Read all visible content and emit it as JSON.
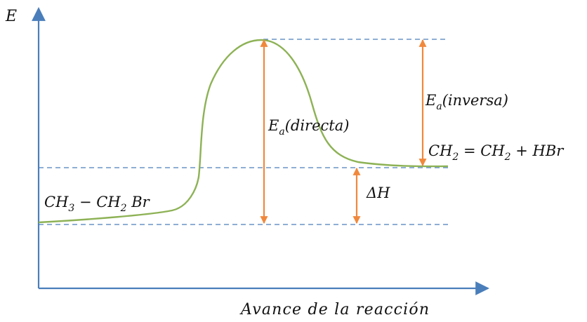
{
  "axes": {
    "y_label": "E",
    "x_label": "Avance de la reacción"
  },
  "annotations": {
    "reactant": {
      "parts": [
        "CH",
        "3",
        " − CH",
        "2",
        " Br"
      ]
    },
    "product": {
      "parts": [
        "CH",
        "2",
        " = CH",
        "2",
        " + HBr"
      ]
    },
    "ea_forward": {
      "symbol": "E",
      "sub": "a",
      "text": "(directa)"
    },
    "ea_reverse": {
      "symbol": "E",
      "sub": "a",
      "text": "(inversa)"
    },
    "delta_h": "ΔH"
  },
  "colors": {
    "axis": "#4a7ebb",
    "guide_dashed": "#4a7ebb",
    "curve": "#8db255",
    "arrow": "#f0883c"
  }
}
